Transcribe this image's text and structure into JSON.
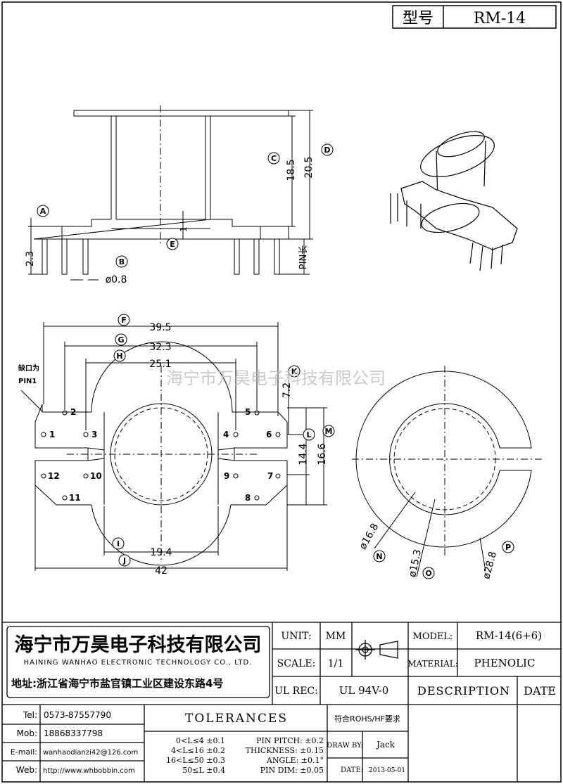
{
  "header": {
    "model_label": "型号",
    "model_value": "RM-14"
  },
  "watermark": "海宁市万昊电子科技有限公司",
  "side_view": {
    "markers": [
      "A",
      "B",
      "C",
      "D",
      "E"
    ],
    "dims": {
      "c": "18.5",
      "d": "20.5",
      "a": "2.3",
      "b": "ø0.8",
      "e": "1",
      "pin": "PIN长"
    }
  },
  "bottom_view": {
    "markers": [
      "F",
      "G",
      "H",
      "I",
      "J",
      "K",
      "L",
      "M"
    ],
    "dims": {
      "f": "39.5",
      "g": "32.3",
      "h": "25.1",
      "i": "19.4",
      "j": "42",
      "k": "7.2",
      "l": "14.4",
      "m": "16.6"
    },
    "pin1_note_line1": "缺口为",
    "pin1_note_line2": "PIN1",
    "pins": [
      "1",
      "2",
      "3",
      "4",
      "5",
      "6",
      "7",
      "8",
      "9",
      "10",
      "11",
      "12"
    ]
  },
  "top_view": {
    "markers": [
      "N",
      "O",
      "P"
    ],
    "dims": {
      "n": "ø16.8",
      "o": "ø15.3",
      "p": "ø28.8"
    }
  },
  "title_block": {
    "company_cn": "海宁市万昊电子科技有限公司",
    "company_en": "HAINING WANHAO ELECTRONIC TECHNOLOGY CO., LTD.",
    "address": "地址:浙江省海宁市盐官镇工业区建设东路4号",
    "unit_label": "UNIT:",
    "unit_value": "MM",
    "scale_label": "SCALE:",
    "scale_value": "1/1",
    "ulrec_label": "UL REC:",
    "ulrec_value": "UL 94V-0",
    "model_label": "MODEL:",
    "model_value": "RM-14(6+6)",
    "material_label": "MATERIAL:",
    "material_value": "PHENOLIC",
    "description_label": "DESCRIPTION",
    "date_label": "DATE",
    "tel_label": "Tel:",
    "tel_value": "0573-87557790",
    "mob_label": "Mob:",
    "mob_value": "18868337798",
    "email_label": "E-mail:",
    "email_value": "wanhaodianzi42@126.com",
    "web_label": "Web:",
    "web_value": "http://www.whbobbin.com",
    "tolerances_title": "TOLERANCES",
    "tol_lines": [
      "0<L≤4 ±0.1",
      "4<L≤16 ±0.2",
      "16<L≤50 ±0.3",
      "50≤L ±0.4"
    ],
    "tol_right": [
      "PIN PITCH: ±0.2",
      "THICKNESS: ±0.15",
      "ANGLE: ±0.1°",
      "PIN DIM: ±0.05"
    ],
    "rohs": "符合ROHS/HF要求",
    "drawby_label": "DRAW BY:",
    "drawby_value": "Jack",
    "date_row_label": "DATE:",
    "date_row_value": "2013-05-01"
  }
}
